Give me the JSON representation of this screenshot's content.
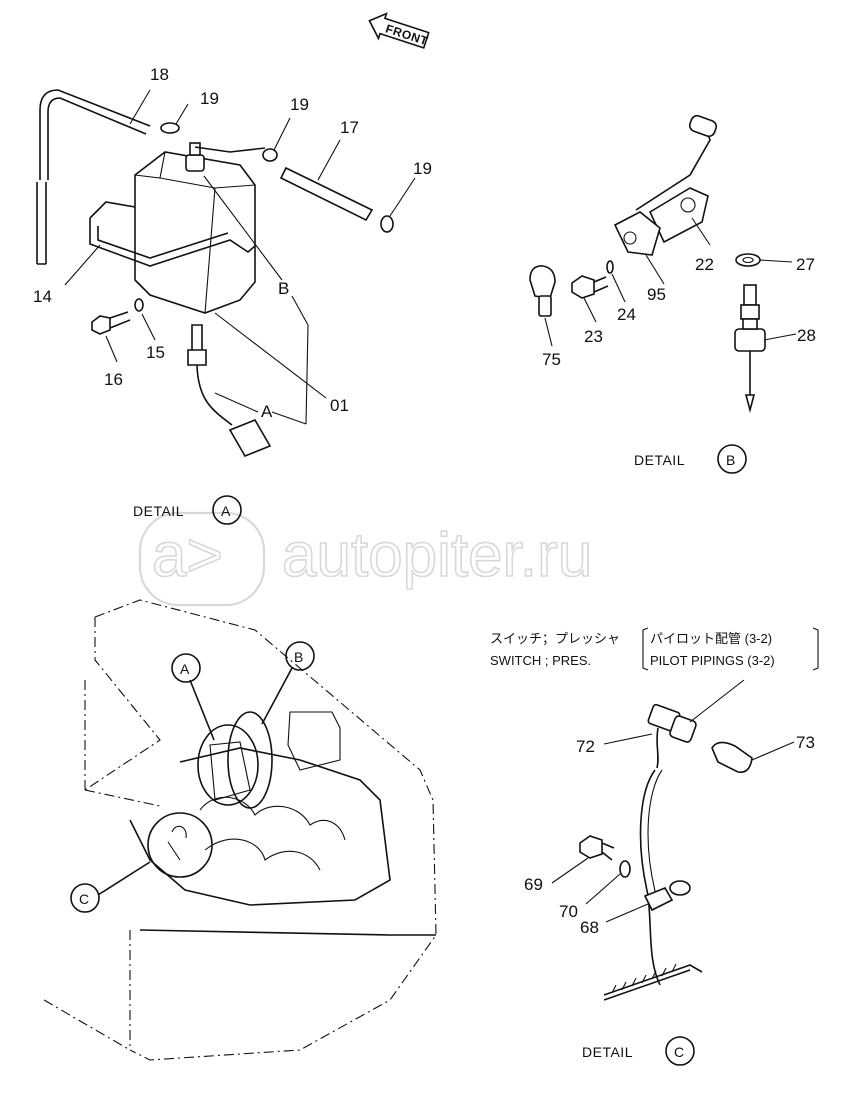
{
  "watermark": {
    "text": "autopiter.ru",
    "logo_glyph": "a>"
  },
  "front_arrow": {
    "label": "FRONT"
  },
  "callouts": {
    "tank": {
      "p18": "18",
      "p19a": "19",
      "p19b": "19",
      "p17": "17",
      "p19c": "19",
      "p14": "14",
      "p15": "15",
      "p16": "16",
      "p01": "01",
      "a": "A",
      "b": "B"
    },
    "detail_b_parts": {
      "p22": "22",
      "p27": "27",
      "p95": "95",
      "p24": "24",
      "p23": "23",
      "p75": "75",
      "p28": "28"
    },
    "machine": {
      "a": "A",
      "b": "B",
      "c": "C"
    },
    "detail_c_parts": {
      "p72": "72",
      "p73": "73",
      "p69": "69",
      "p70": "70",
      "p68": "68"
    }
  },
  "detail_labels": {
    "a": {
      "text": "DETAIL",
      "letter": "A"
    },
    "b": {
      "text": "DETAIL",
      "letter": "B"
    },
    "c": {
      "text": "DETAIL",
      "letter": "C"
    }
  },
  "switch_note": {
    "jp_left": "スイッチ；プレッシャ",
    "jp_right": "パイロット配管 (3-2)",
    "en_left": "SWITCH ; PRES.",
    "en_right": "PILOT  PIPINGS (3-2)"
  }
}
